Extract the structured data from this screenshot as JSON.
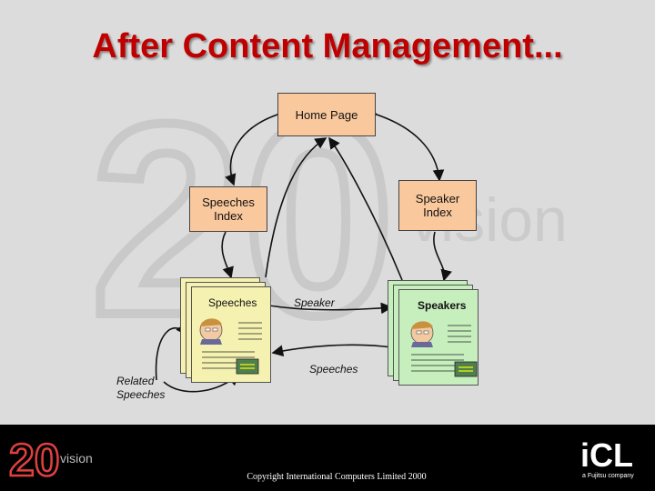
{
  "title": "After Content Management...",
  "background_logo": {
    "number": "20",
    "word": "vision"
  },
  "nodes": {
    "home": "Home Page",
    "speeches_index": "Speeches\nIndex",
    "speaker_index": "Speaker\nIndex",
    "speeches_page": "Speeches",
    "speakers_page": "Speakers"
  },
  "link_labels": {
    "speaker": "Speaker",
    "speeches": "Speeches",
    "related": "Related\nSpeeches"
  },
  "footer": {
    "logo_number": "20",
    "logo_word": "vision",
    "copyright": "Copyright International Computers Limited 2000",
    "brand": "iCL",
    "brand_tagline": "a Fujitsu company"
  },
  "colors": {
    "title": "#c00000",
    "index_box": "#f9c89d",
    "speeches_page": "#f5f1b0",
    "speakers_page": "#c7efbe",
    "footer": "#000000"
  }
}
